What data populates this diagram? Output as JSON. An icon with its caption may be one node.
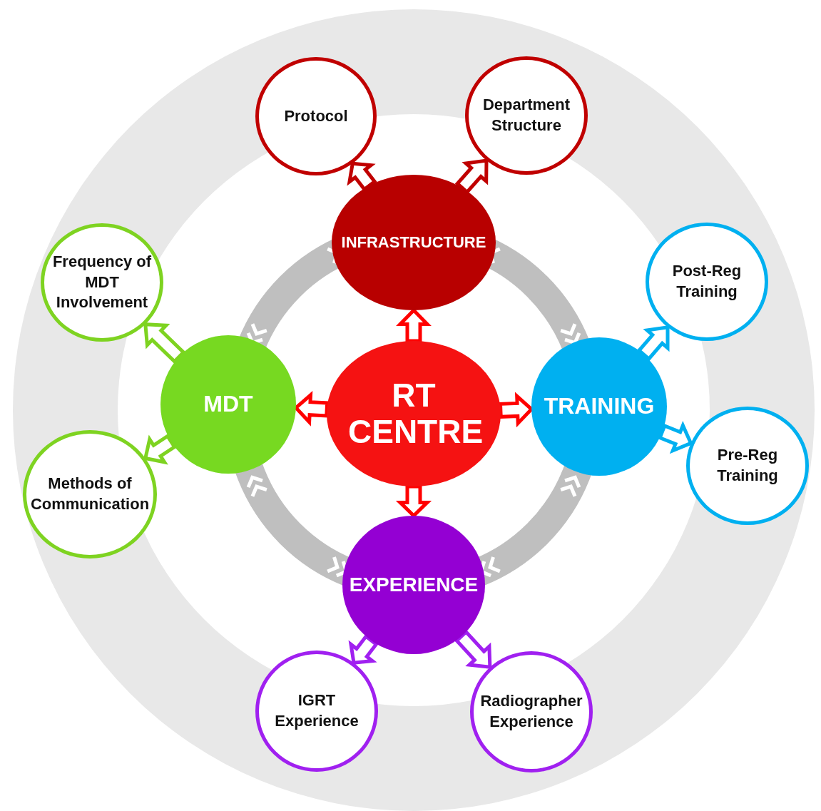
{
  "diagram": {
    "nodes": [
      {
        "text": [
          "RT CENTRE"
        ]
      },
      {
        "text": [
          "INFRASTRUCTURE"
        ]
      },
      {
        "text": [
          "TRAINING"
        ]
      },
      {
        "text": [
          "EXPERIENCE"
        ]
      },
      {
        "text": [
          "MDT"
        ]
      },
      {
        "text": [
          "Protocol"
        ]
      },
      {
        "text": [
          "Department Structure"
        ]
      },
      {
        "text": [
          "Post-Reg Training"
        ]
      },
      {
        "text": [
          "Pre-Reg Training"
        ]
      },
      {
        "text": [
          "IGRT Experience"
        ]
      },
      {
        "text": [
          "Radiographer Experience"
        ]
      },
      {
        "text": [
          "Frequency of MDT Involvement"
        ]
      },
      {
        "text": [
          "Methods of Communication"
        ]
      }
    ],
    "edges": [
      {
        "from": 0,
        "to": 1,
        "arrow": "to",
        "style": "thick",
        "color": "#ff0000"
      },
      {
        "from": 0,
        "to": 2,
        "arrow": "to",
        "style": "thick",
        "color": "#ff0000"
      },
      {
        "from": 0,
        "to": 3,
        "arrow": "to",
        "style": "thick",
        "color": "#ff0000"
      },
      {
        "from": 0,
        "to": 4,
        "arrow": "to",
        "style": "thick",
        "color": "#ff0000"
      },
      {
        "from": 1,
        "to": 5,
        "arrow": "to",
        "style": "thick",
        "color": "#c00000"
      },
      {
        "from": 1,
        "to": 6,
        "arrow": "to",
        "style": "thick",
        "color": "#c00000"
      },
      {
        "from": 2,
        "to": 7,
        "arrow": "to",
        "style": "thick",
        "color": "#00b0f0"
      },
      {
        "from": 2,
        "to": 8,
        "arrow": "to",
        "style": "thick",
        "color": "#00b0f0"
      },
      {
        "from": 3,
        "to": 9,
        "arrow": "to",
        "style": "thick",
        "color": "#a020f0"
      },
      {
        "from": 3,
        "to": 10,
        "arrow": "to",
        "style": "thick",
        "color": "#a020f0"
      },
      {
        "from": 4,
        "to": 11,
        "arrow": "to",
        "style": "thick",
        "color": "#7ed321"
      },
      {
        "from": 4,
        "to": 12,
        "arrow": "to",
        "style": "thick",
        "color": "#7ed321"
      }
    ]
  }
}
